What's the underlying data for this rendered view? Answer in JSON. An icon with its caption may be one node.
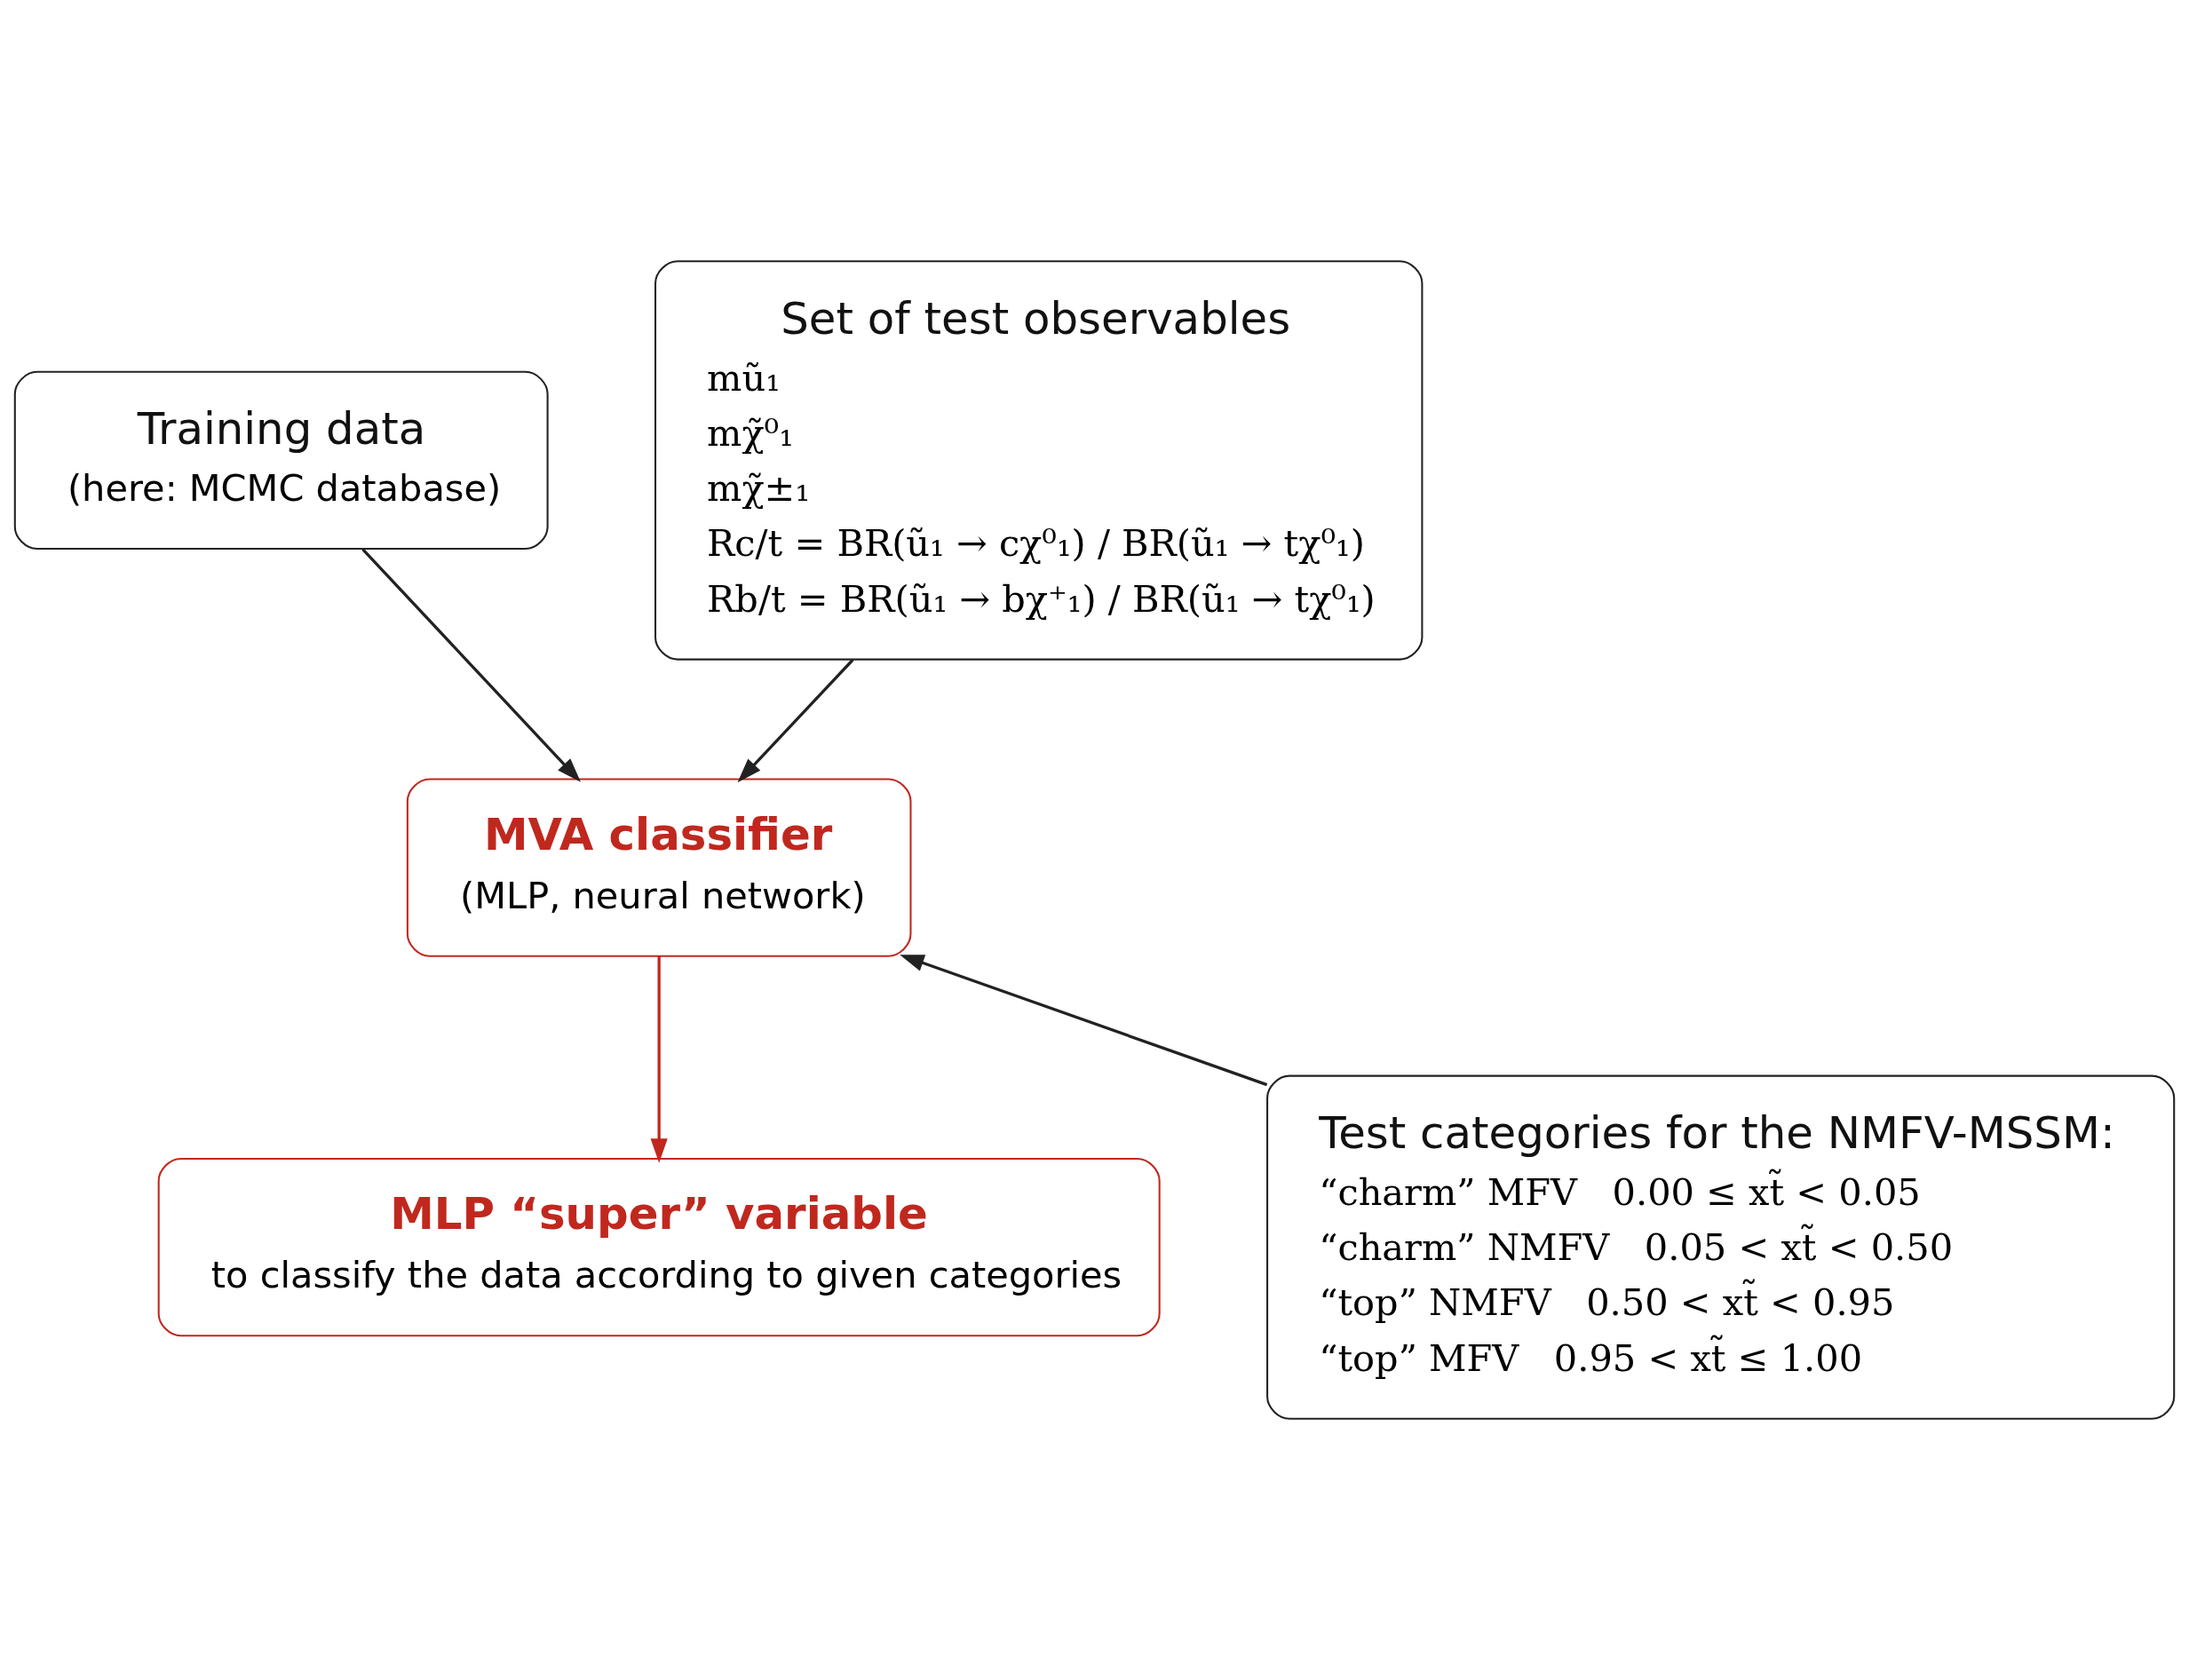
{
  "diagram": {
    "nodes": [
      {
        "text": [
          "Training data",
          "(here: MCMC database)"
        ]
      },
      {
        "text": [
          "Set of test observables",
          "mũ₁",
          "mχ̃⁰₁",
          "mχ̃±₁",
          "Rc/t = BR(ũ₁ → cχ⁰₁) / BR(ũ₁ → tχ⁰₁)",
          "Rb/t = BR(ũ₁ → bχ⁺₁) / BR(ũ₁ → tχ⁰₁)"
        ]
      },
      {
        "text": [
          "MVA classifier",
          "(MLP, neural network)"
        ]
      },
      {
        "text": [
          "Test categories for the NMFV-MSSM:",
          "“charm” MFV   0.00 ≤ xt̃ < 0.05",
          "“charm” NMFV   0.05 < xt̃ < 0.50",
          "“top” NMFV   0.50 < xt̃ < 0.95",
          "“top” MFV   0.95 < xt̃ ≤ 1.00"
        ]
      },
      {
        "text": [
          "MLP “super” variable",
          "to classify the data according to given categories"
        ]
      }
    ],
    "edges": [
      {
        "from": 0,
        "to": 2,
        "arrow": "to"
      },
      {
        "from": 1,
        "to": 2,
        "arrow": "to"
      },
      {
        "from": 3,
        "to": 2,
        "arrow": "to"
      },
      {
        "from": 2,
        "to": 4,
        "arrow": "to",
        "color": "#c0281e"
      }
    ]
  }
}
